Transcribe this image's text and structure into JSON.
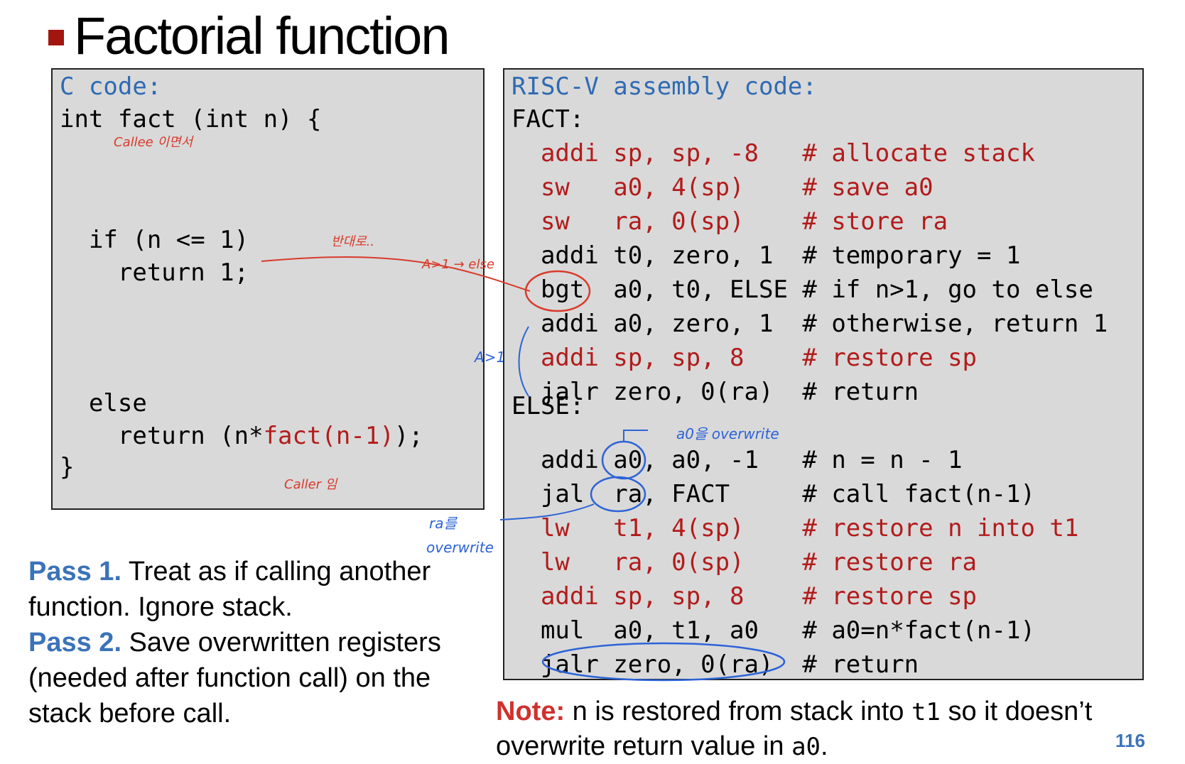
{
  "slide": {
    "title": "Factorial function",
    "page_number": "116"
  },
  "c_code": {
    "header": "C code:",
    "line1": "int fact (int n) {",
    "if_line": "  if (n <= 1)",
    "return1": "    return 1;",
    "else_line": "  else",
    "ret_prefix": "    return (n*",
    "ret_call": "fact(n-1)",
    "ret_suffix": ");",
    "close": "}"
  },
  "asm_code": {
    "header": "RISC-V assembly code:",
    "fact_label": "FACT:",
    "else_label": "ELSE:",
    "lines": [
      {
        "text": "  addi sp, sp, -8   # allocate stack",
        "color": "#b31b1b"
      },
      {
        "text": "  sw   a0, 4(sp)    # save a0",
        "color": "#b31b1b"
      },
      {
        "text": "  sw   ra, 0(sp)    # store ra",
        "color": "#b31b1b"
      },
      {
        "text": "  addi t0, zero, 1  # temporary = 1",
        "color": "#000000"
      },
      {
        "text": "  bgt  a0, t0, ELSE # if n>1, go to else",
        "color": "#000000"
      },
      {
        "text": "  addi a0, zero, 1  # otherwise, return 1",
        "color": "#000000"
      },
      {
        "text": "  addi sp, sp, 8    # restore sp",
        "color": "#b31b1b"
      },
      {
        "text": "  jalr zero, 0(ra)  # return",
        "color": "#000000"
      },
      {
        "text": "  addi a0, a0, -1   # n = n - 1",
        "color": "#000000"
      },
      {
        "text": "  jal  ra, FACT     # call fact(n-1)",
        "color": "#000000"
      },
      {
        "text": "  lw   t1, 4(sp)    # restore n into t1",
        "color": "#b31b1b"
      },
      {
        "text": "  lw   ra, 0(sp)    # restore ra",
        "color": "#b31b1b"
      },
      {
        "text": "  addi sp, sp, 8    # restore sp",
        "color": "#b31b1b"
      },
      {
        "text": "  mul  a0, t1, a0   # a0=n*fact(n-1)",
        "color": "#000000"
      },
      {
        "text": "  jalr zero, 0(ra)  # return",
        "color": "#000000"
      }
    ]
  },
  "passes": {
    "pass1_label": "Pass 1.",
    "pass1_text": " Treat as if calling another function. Ignore stack.",
    "pass2_label": "Pass 2.",
    "pass2_text": " Save overwritten registers (needed after function call) on the stack before call."
  },
  "note": {
    "label": "Note:",
    "text1": " n is restored from stack into ",
    "reg1": "t1",
    "text2": " so it doesn’t overwrite return value in ",
    "reg2": "a0",
    "text3": "."
  },
  "annotations": {
    "callee": "Callee 이면서",
    "caller": "Caller 임",
    "opposite": "반대로..",
    "to_else": "A>1 → else",
    "a_gt_1": "A>1",
    "a0_overwrite": "a0을 overwrite",
    "ra_1": "ra를",
    "ra_2": "overwrite"
  }
}
